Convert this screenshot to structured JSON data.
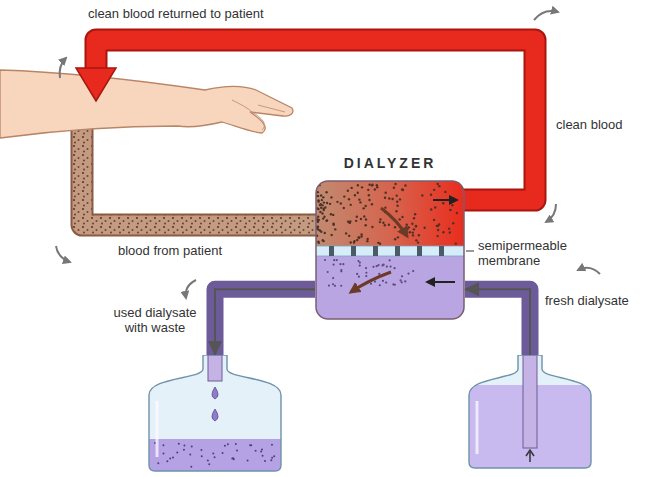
{
  "diagram": {
    "nodes": [
      {
        "text": [
          "DIALYZER"
        ]
      },
      {
        "text": [
          "used dialysate with waste"
        ]
      },
      {
        "text": [
          "fresh dialysate"
        ]
      }
    ],
    "edges": [
      {
        "from": 2,
        "to": 0,
        "arrow": "to"
      },
      {
        "from": 0,
        "to": 1,
        "arrow": "to"
      }
    ],
    "labels": [
      "clean blood returned to patient",
      "clean blood",
      "blood from patient",
      "semipermeable membrane"
    ]
  }
}
